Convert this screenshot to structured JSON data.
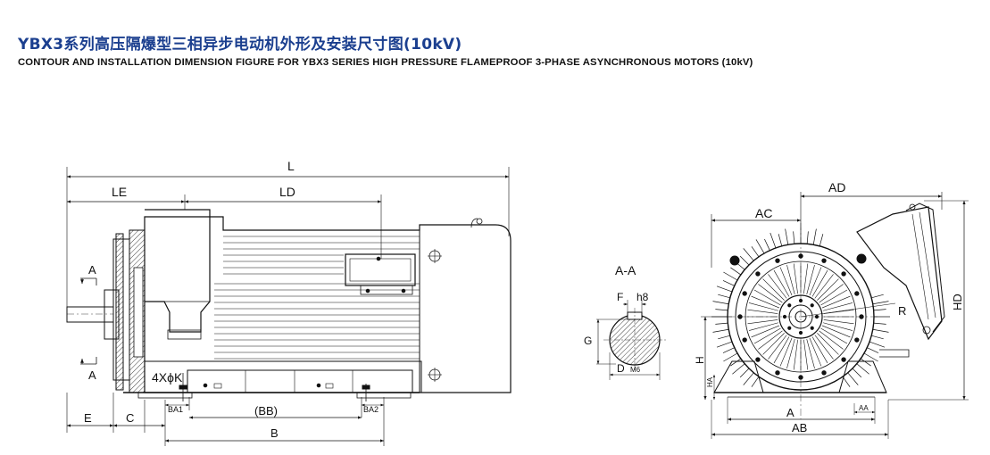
{
  "header": {
    "title_cn": "YBX3系列高压隔爆型三相异步电动机外形及安装尺寸图(10kV)",
    "title_en": "CONTOUR AND INSTALLATION DIMENSION FIGURE FOR YBX3 SERIES HIGH PRESSURE  FLAMEPROOF 3-PHASE ASYNCHRONOUS MOTORS (10kV)"
  },
  "side_view": {
    "labels": {
      "L": "L",
      "LE": "LE",
      "LD": "LD",
      "E": "E",
      "C": "C",
      "BA1": "BA1",
      "BB": "(BB)",
      "BA2": "BA2",
      "B": "B",
      "section_a_top": "A",
      "section_a_bottom": "A",
      "holes": "4XϕK"
    }
  },
  "section_view": {
    "title": "A-A",
    "labels": {
      "F": "F",
      "h8": "h8",
      "G": "G",
      "D": "D",
      "M6": "M6"
    }
  },
  "end_view": {
    "labels": {
      "AD": "AD",
      "AC": "AC",
      "HD": "HD",
      "R": "R",
      "H": "H",
      "HA": "HA",
      "A": "A",
      "AA": "AA",
      "AB": "AB"
    }
  }
}
